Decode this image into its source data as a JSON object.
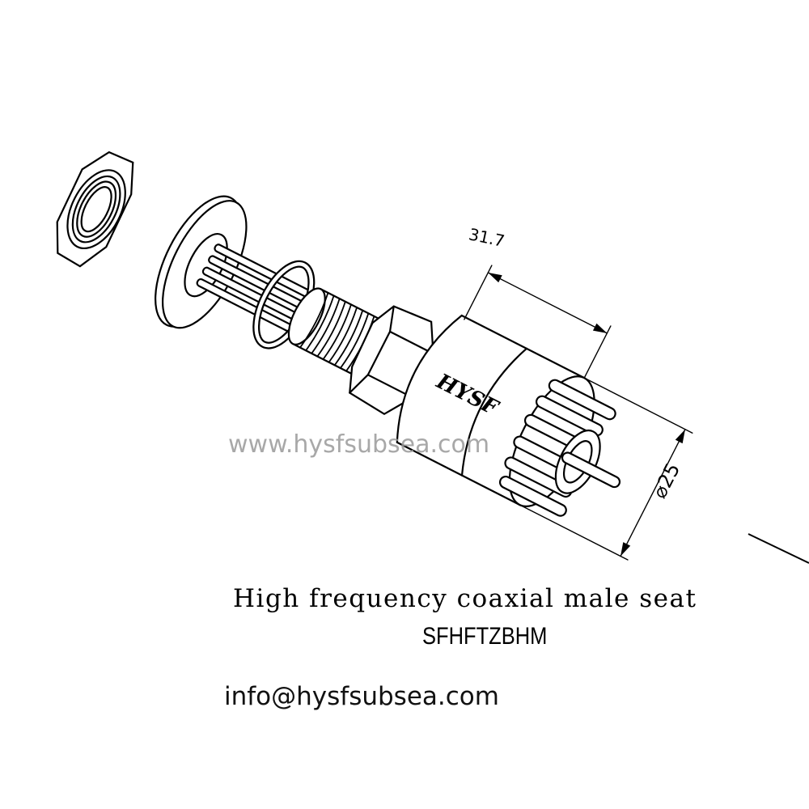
{
  "drawing": {
    "brand_mark": "HYSF",
    "dimension_length": "31.7",
    "dimension_diameter": "⌀25"
  },
  "watermark": "www.hysfsubsea.com",
  "caption": {
    "title": "High frequency coaxial male seat",
    "model": "SFHFTZBHM"
  },
  "contact": {
    "email": "info@hysfsubsea.com"
  }
}
